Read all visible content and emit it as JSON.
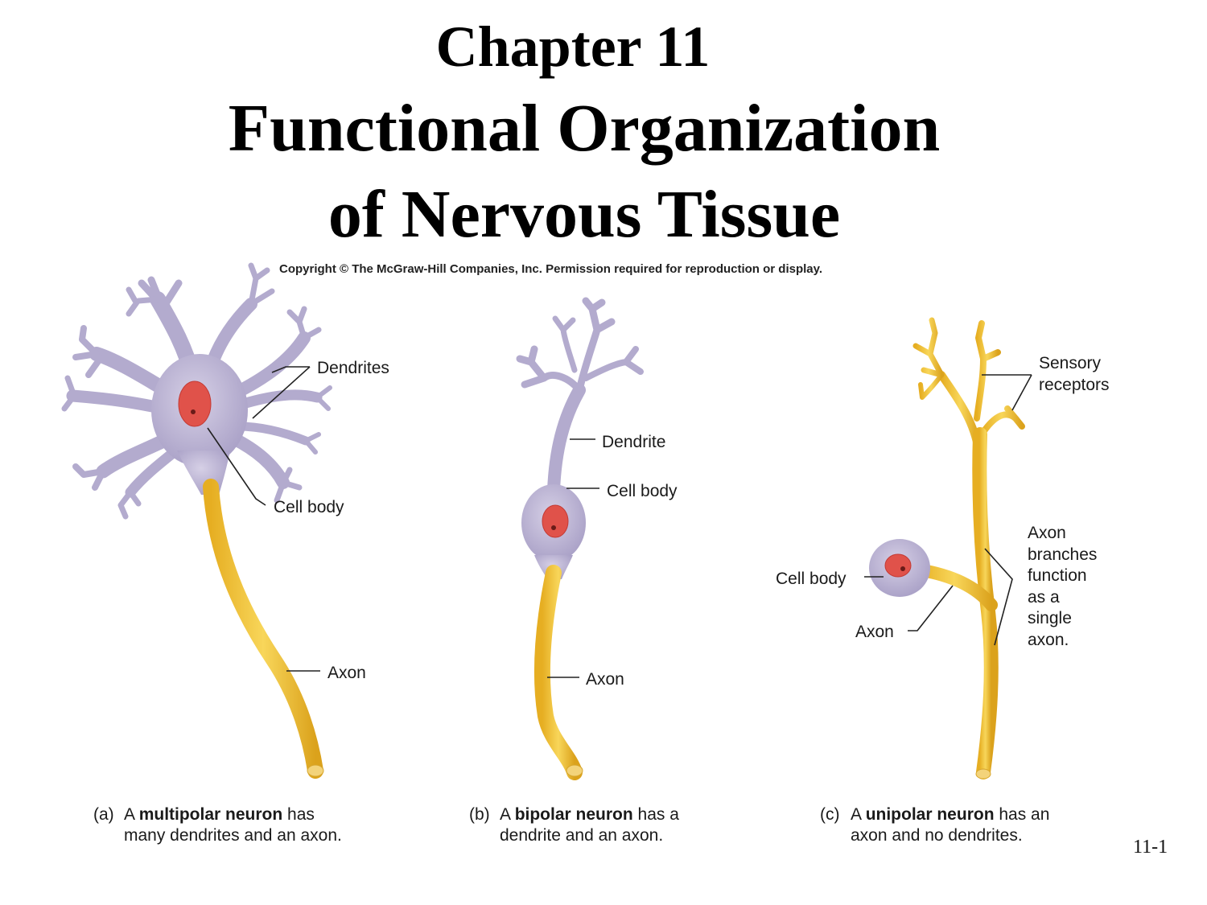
{
  "title": {
    "line1": "Chapter 11",
    "line2": "Functional Organization",
    "line3": "of Nervous Tissue"
  },
  "copyright": "Copyright © The McGraw-Hill Companies, Inc. Permission required for reproduction or display.",
  "figure": {
    "multipolar": {
      "labels": {
        "dendrites": "Dendrites",
        "cell_body": "Cell body",
        "axon": "Axon"
      },
      "caption": {
        "tag": "(a)",
        "pre": "A ",
        "bold": "multipolar neuron",
        "post": " has",
        "line2": "many dendrites and an axon."
      }
    },
    "bipolar": {
      "labels": {
        "dendrite": "Dendrite",
        "cell_body": "Cell body",
        "axon": "Axon"
      },
      "caption": {
        "tag": "(b)",
        "pre": "A ",
        "bold": "bipolar neuron",
        "post": " has a",
        "line2": "dendrite and an axon."
      }
    },
    "unipolar": {
      "labels": {
        "sensory_1": "Sensory",
        "sensory_2": "receptors",
        "cell_body": "Cell body",
        "axon": "Axon",
        "branches_1": "Axon",
        "branches_2": "branches",
        "branches_3": "function",
        "branches_4": "as a",
        "branches_5": "single",
        "branches_6": "axon."
      },
      "caption": {
        "tag": "(c)",
        "pre": "A ",
        "bold": "unipolar neuron",
        "post": " has an",
        "line2": "axon and no dendrites."
      }
    }
  },
  "colors": {
    "cell": "#b7afd0",
    "axon": "#f2c53c",
    "nucleus": "#e0524a"
  },
  "page_number": "11-1"
}
